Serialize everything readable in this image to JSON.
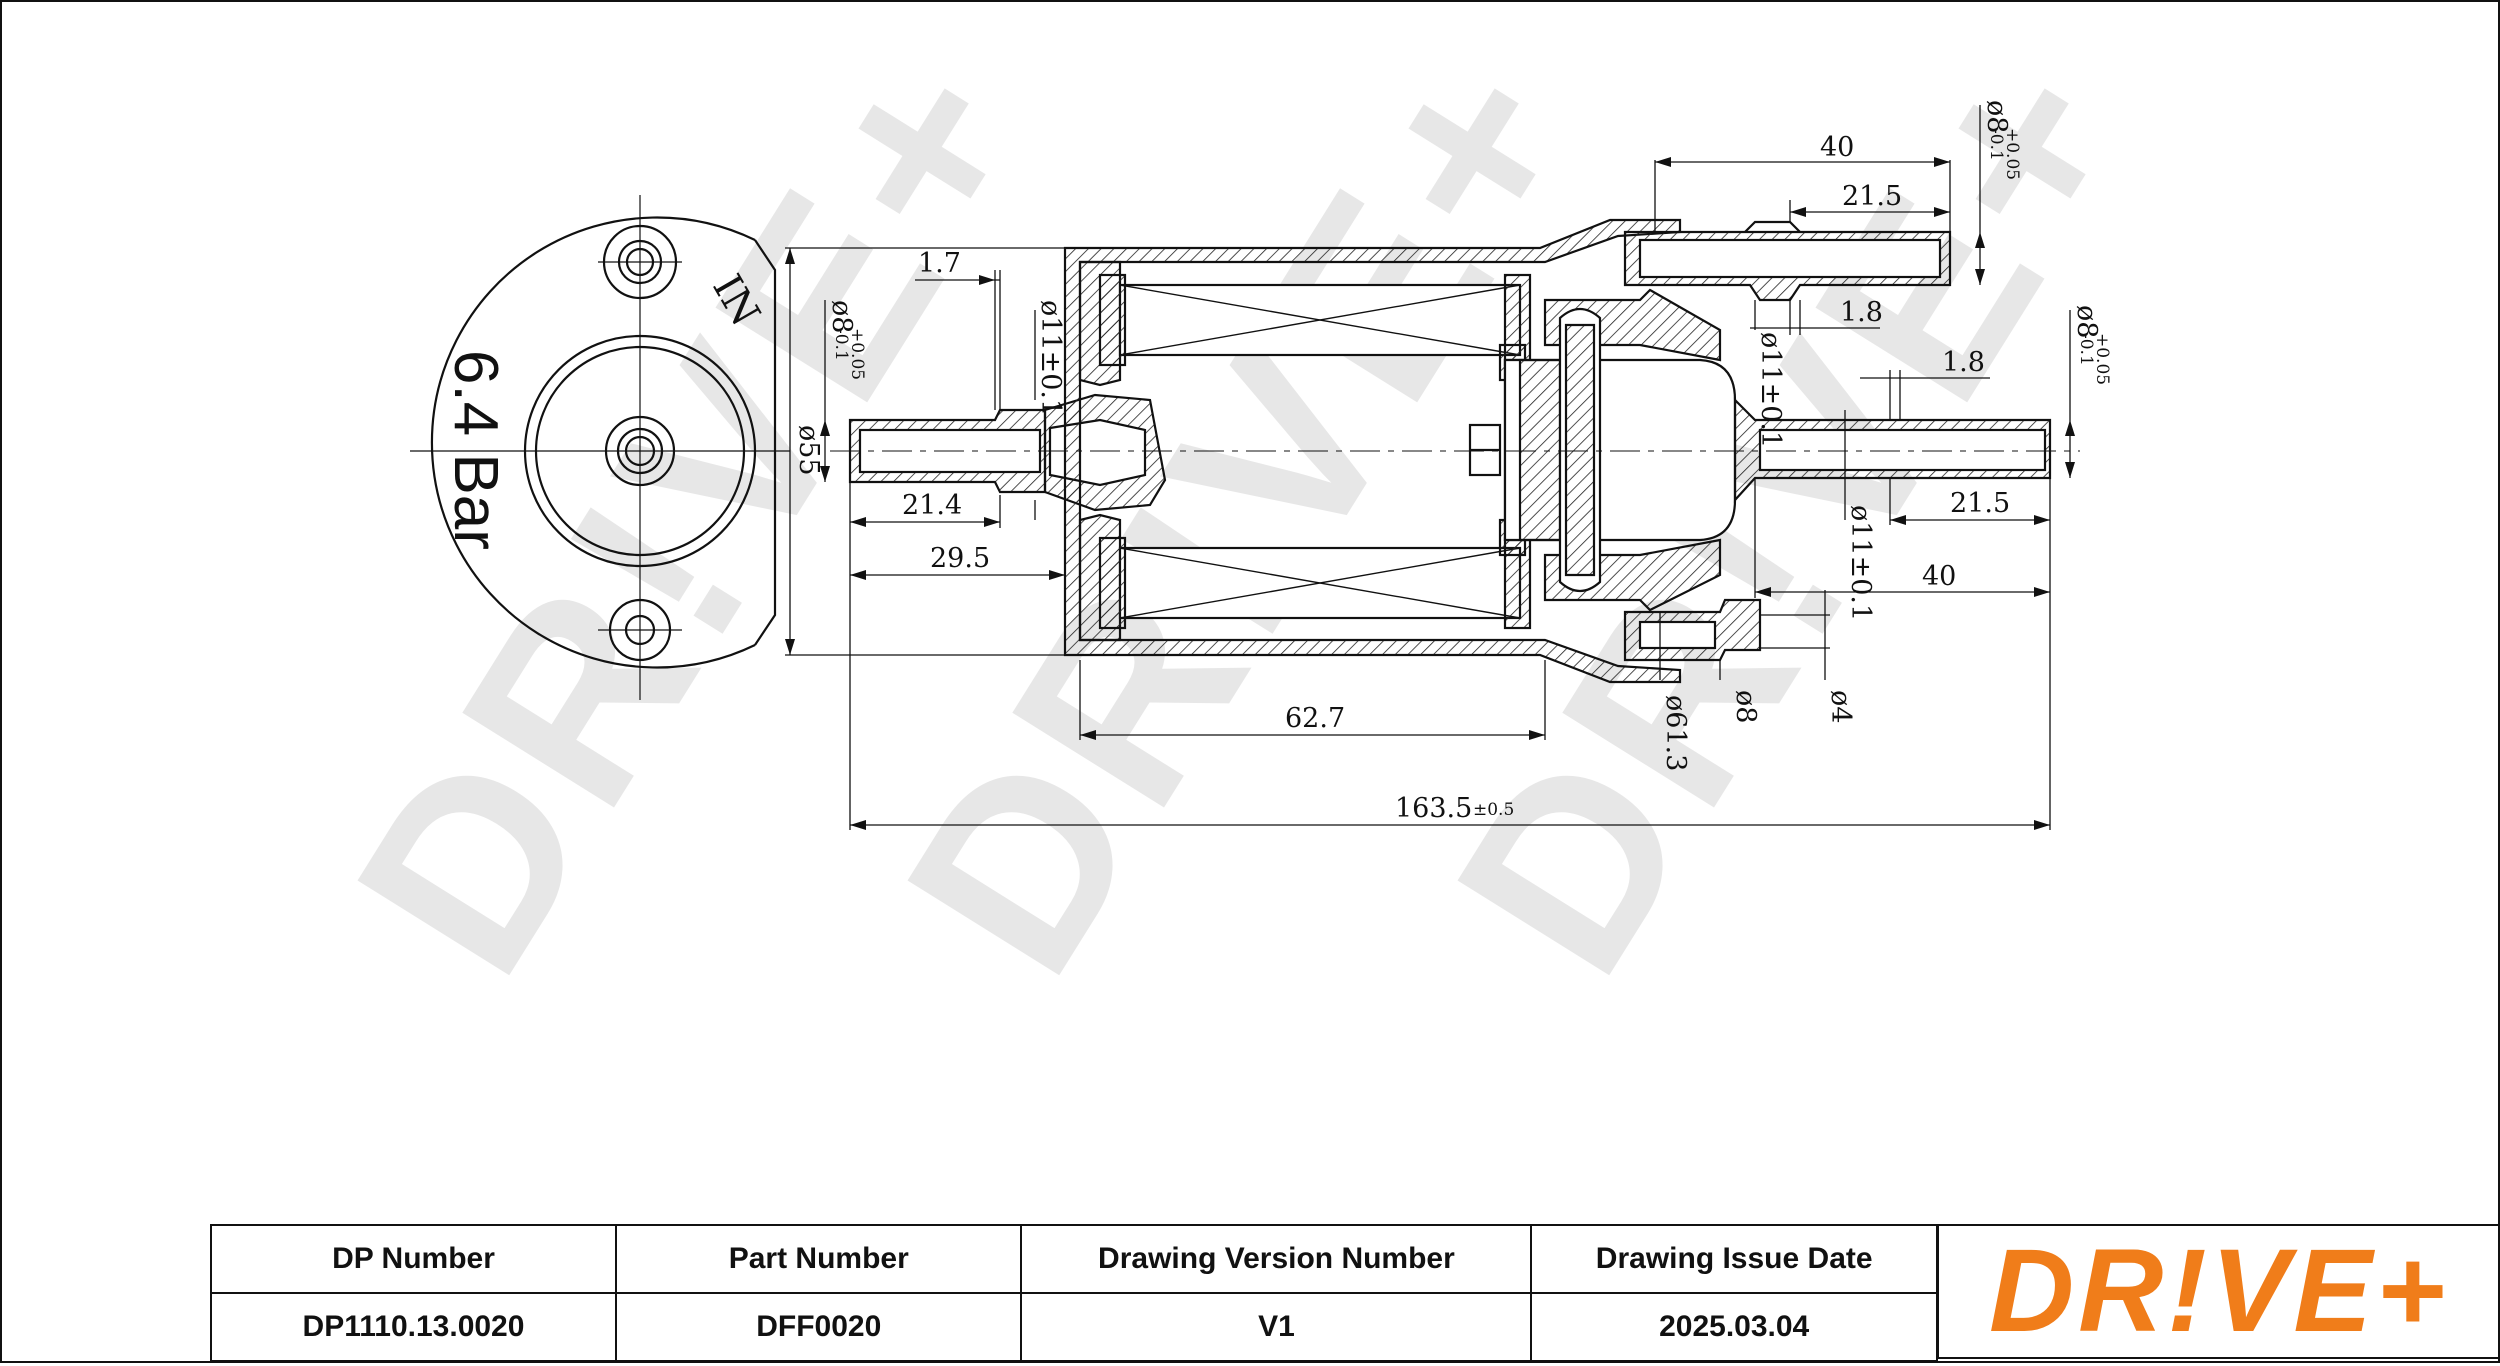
{
  "drawing": {
    "label_pressure": "6.4 Bar",
    "label_in": "IN",
    "dims": {
      "d1": "1.7",
      "d2": "21.4",
      "d3": "29.5",
      "d4": "62.7",
      "d5": "163.5",
      "d5_tol": "±0.5",
      "d6": "40",
      "d7": "21.5",
      "d8": "1.8",
      "d9": "1.8",
      "d10": "21.5",
      "d11": "40",
      "dia55": "ø55",
      "dia11a": "ø11±0.1",
      "dia11b": "ø11±0.1",
      "dia11c": "ø11±0.1",
      "dia61": "ø61.3",
      "dia8": "ø8",
      "dia4": "ø4",
      "dia8tol_left": "ø8",
      "dia8tol_top": "ø8",
      "dia8tol_right": "ø8",
      "tol_plus": "+0.05",
      "tol_minus": "-0.1"
    }
  },
  "title_block": {
    "headers": [
      "DP Number",
      "Part Number",
      "Drawing Version Number",
      "Drawing Issue Date"
    ],
    "values": [
      "DP1110.13.0020",
      "DFF0020",
      "V1",
      "2025.03.04"
    ]
  },
  "logo": {
    "text": "DR!VE+",
    "color": "#f07d1a"
  },
  "watermark": "DR!VE+"
}
